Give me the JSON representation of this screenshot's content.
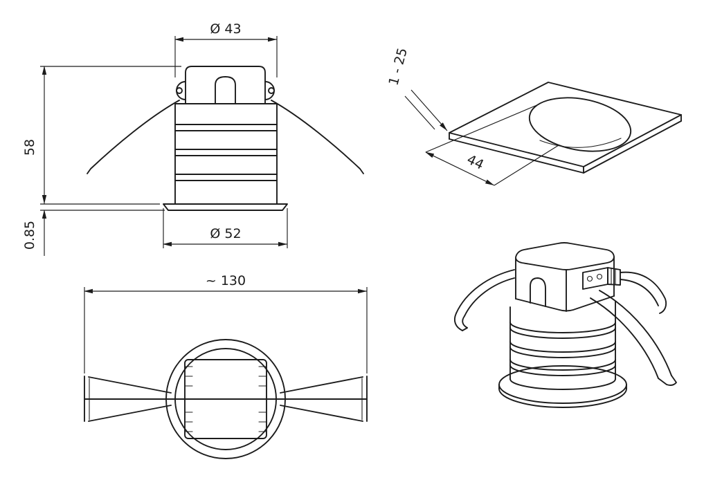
{
  "views": {
    "front": {
      "dim_top_diameter": "Ø 43",
      "dim_height": "58",
      "dim_flange_thickness": "0.85",
      "dim_flange_diameter": "Ø 52"
    },
    "mounting_plate": {
      "dim_panel_thickness_range": "1 - 25",
      "dim_cutout_diameter": "44"
    },
    "plan": {
      "dim_overall_width": "~ 130"
    }
  }
}
